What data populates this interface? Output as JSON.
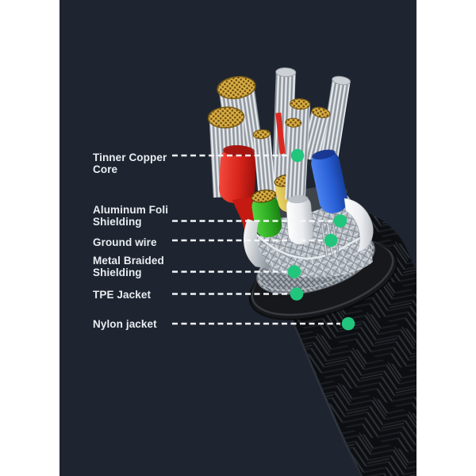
{
  "page": {
    "background_color": "#ffffff",
    "panel_color": "#1f2530"
  },
  "diagram": {
    "type": "annotated-product-cutaway",
    "subject": "braided cable internal structure",
    "dot_color": "#22c57c",
    "callout_line_color": "#f3f5f7",
    "label_text_color": "#e9edf1",
    "labels": [
      {
        "id": "tinner-copper-core",
        "text": "Tinner Copper Core"
      },
      {
        "id": "aluminum-foil-shielding",
        "text": "Aluminum Foli Shielding"
      },
      {
        "id": "ground-wire",
        "text": "Ground wire"
      },
      {
        "id": "metal-braided-shielding",
        "text": "Metal Braided Shielding"
      },
      {
        "id": "tpe-jacket",
        "text": "TPE Jacket"
      },
      {
        "id": "nylon-jacket",
        "text": "Nylon jacket"
      }
    ],
    "illustration_colors": {
      "copper_strand": "#d9ae45",
      "tinned_strand_silver": "#c7ccd1",
      "wire_red": "#e03128",
      "wire_green": "#35b52a",
      "wire_yellow": "#d8bd4a",
      "wire_white": "#f1f3f4",
      "wire_blue": "#2f6ae0",
      "foil_silver": "#b3bac1",
      "mesh_silver": "#9aa1a9",
      "tpe_black": "#17181b",
      "nylon_black": "#101216"
    }
  }
}
